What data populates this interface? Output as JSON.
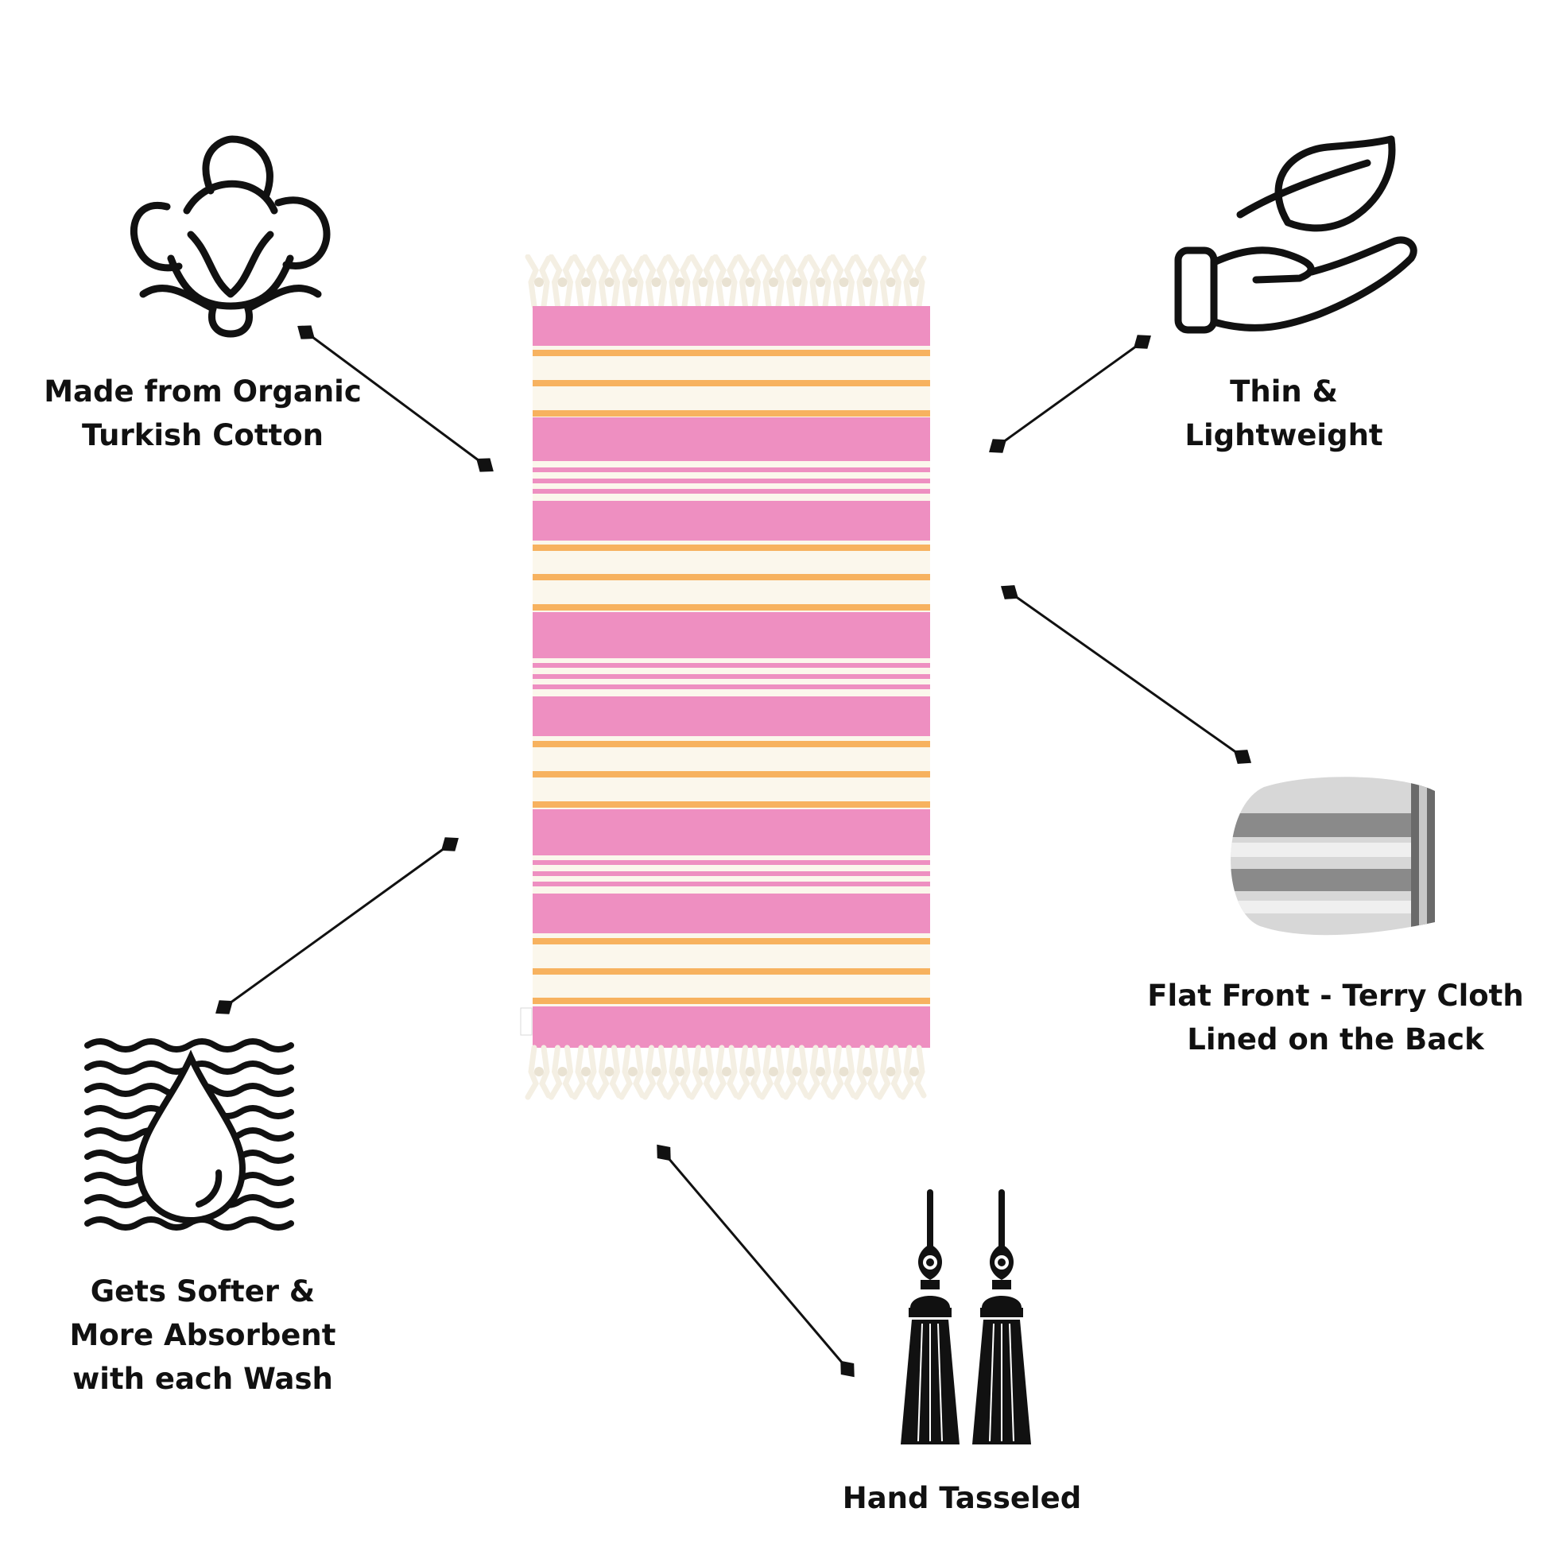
{
  "features": {
    "organic_cotton": {
      "label": "Made from Organic\nTurkish Cotton",
      "icon": "cotton-boll-icon"
    },
    "thin_light": {
      "label": "Thin &\nLightweight",
      "icon": "leaf-in-hand-icon"
    },
    "flat_terry": {
      "label": "Flat Front  - Terry Cloth\nLined on the Back",
      "icon": "terry-cloth-swatch"
    },
    "softer": {
      "label": "Gets Softer &\nMore Absorbent\nwith each Wash",
      "icon": "water-drop-waves-icon"
    },
    "tasseled": {
      "label": "Hand Tasseled",
      "icon": "tassels-icon"
    }
  },
  "towel": {
    "colors": {
      "pink": "#ee8fc1",
      "orange": "#f7b25f",
      "cream": "#fbf7ec",
      "fringe": "#f4efe3"
    }
  },
  "colors": {
    "ink": "#111111",
    "swatch_gray": "#8a8a8a"
  }
}
